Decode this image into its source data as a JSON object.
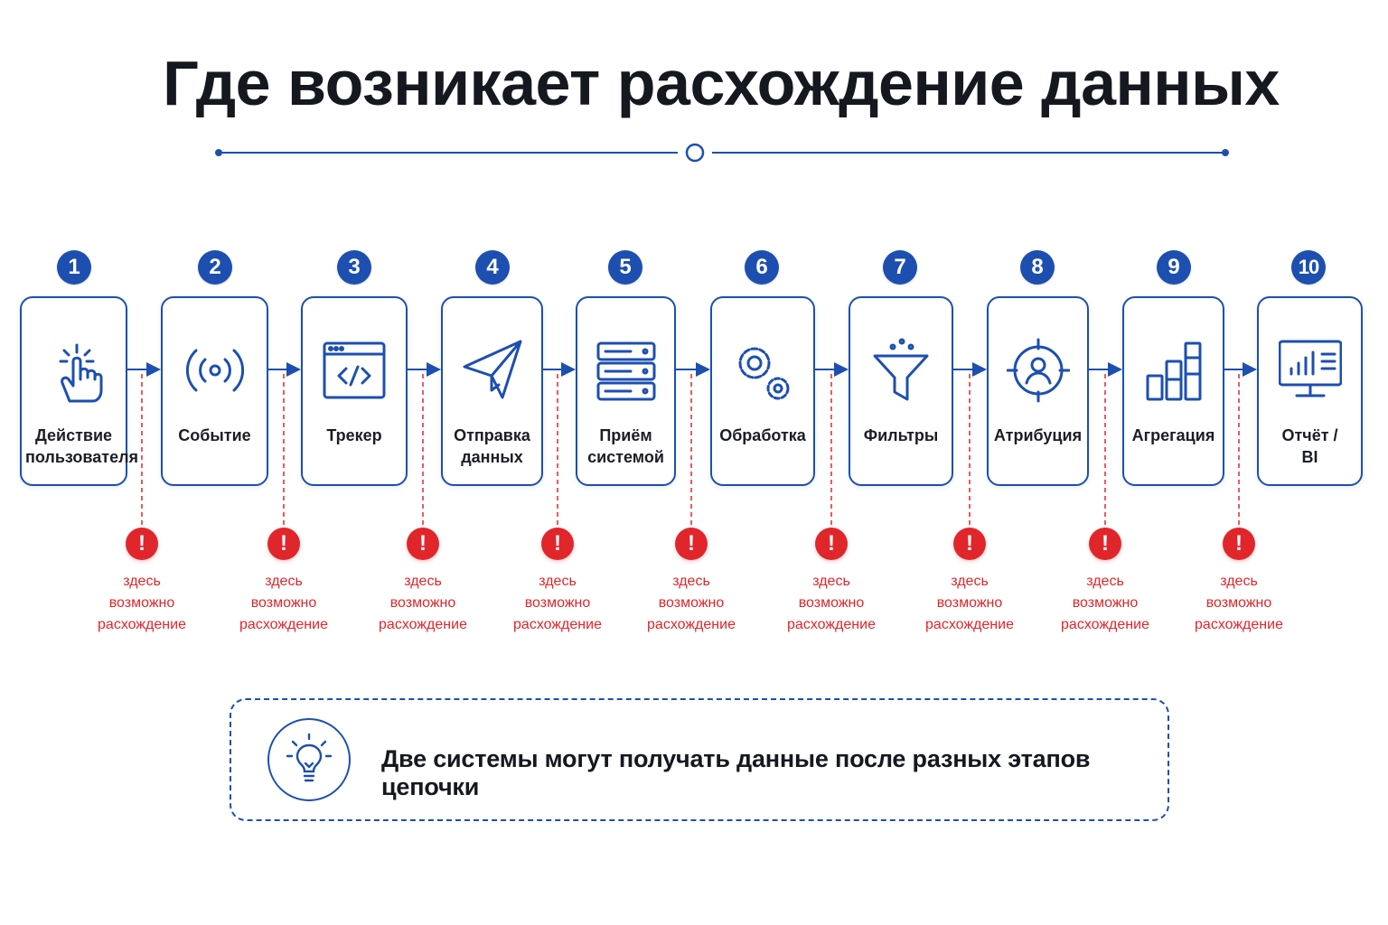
{
  "title": "Где возникает расхождение данных",
  "steps": [
    {
      "number": "1",
      "label_line1": "Действие",
      "label_line2": "пользователя",
      "icon": "pointer-hand-icon"
    },
    {
      "number": "2",
      "label_line1": "Событие",
      "label_line2": "",
      "icon": "signal-broadcast-icon"
    },
    {
      "number": "3",
      "label_line1": "Трекер",
      "label_line2": "",
      "icon": "code-window-icon"
    },
    {
      "number": "4",
      "label_line1": "Отправка",
      "label_line2": "данных",
      "icon": "paper-plane-icon"
    },
    {
      "number": "5",
      "label_line1": "Приём",
      "label_line2": "системой",
      "icon": "server-icon"
    },
    {
      "number": "6",
      "label_line1": "Обработка",
      "label_line2": "",
      "icon": "gears-icon"
    },
    {
      "number": "7",
      "label_line1": "Фильтры",
      "label_line2": "",
      "icon": "funnel-icon"
    },
    {
      "number": "8",
      "label_line1": "Атрибуция",
      "label_line2": "",
      "icon": "target-user-icon"
    },
    {
      "number": "9",
      "label_line1": "Агрегация",
      "label_line2": "",
      "icon": "bar-chart-icon"
    },
    {
      "number": "10",
      "label_line1": "Отчёт /",
      "label_line2": "BI",
      "icon": "monitor-chart-icon"
    }
  ],
  "alert": {
    "symbol": "!",
    "line1": "здесь",
    "line2": "возможно",
    "line3": "расхождение"
  },
  "note": {
    "text": "Две системы могут получать данные после разных этапов цепочки",
    "icon": "lightbulb-icon"
  },
  "colors": {
    "primary": "#1d4fb0",
    "alert": "#e0262b",
    "text": "#15191f"
  }
}
